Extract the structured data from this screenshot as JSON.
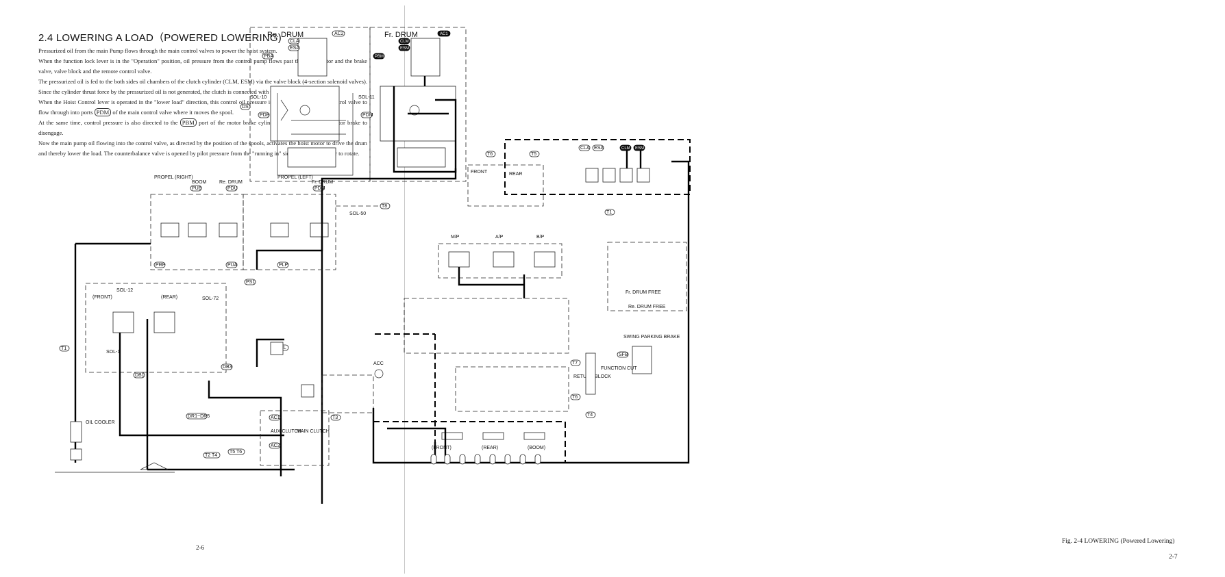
{
  "left_page": {
    "title": "2.4 LOWERING A LOAD（POWERED LOWERING)",
    "paragraphs": {
      "p1": "Pressurized oil from the main Pump flows through the main control valves to power the hoist system.",
      "p2": "When the function lock lever is in the \"Operation\" position, oil pressure from the control pump flows past the accumulator and the brake valve, valve block and the remote control valve.",
      "p3": "The pressurized oil is fed to the both sides oil chambers of the clutch cylinder (CLM, ESM) via the valve block (4-section solenoid valves).  Since the cylinder thrust force by the pressurized oil is not generated, the clutch is connected with the spring.",
      "p4_a": "When the Hoist Control lever is operated in the \"lower load\" direction, this control oil pressure is directed by the remote control valve to flow through into ports ",
      "p4_port": "PDM",
      "p4_b": " of the main control valve where it moves the spool.",
      "p5_a": "At the same time, control pressure is also directed to the ",
      "p5_port": "PBM",
      "p5_b": " port of the motor brake cylinders where it causes the motor brake to disengage.",
      "p6": "Now the main pump oil flowing into the control valve, as directed by the position of the spools, activates the hoist motor to drive the drum and thereby lower the load.  The counterbalance valve is opened by pilot pressure from the \"running in\" side to allow the motor to rotate."
    },
    "page_number": "2-6"
  },
  "right_page": {
    "figure_caption": "Fig. 2-4 LOWERING (Powered Lowering)",
    "page_number": "2-7",
    "diagram": {
      "drum_rear": "Re. DRUM",
      "drum_front": "Fr. DRUM",
      "ports": {
        "ac1": "AC1",
        "ac2": "AC2",
        "cla": "CLA",
        "esa": "ESA",
        "clm": "CLM",
        "esm": "ESM",
        "pba": "PBA",
        "pbm": "PBM",
        "pdb": "PDB",
        "pdm": "PDM",
        "pua": "PUA",
        "plp": "PLP",
        "prp": "PRP",
        "pub": "PUB",
        "pdu": "PDU",
        "ps1": "PS1",
        "db1": "DB1",
        "db3": "DB3",
        "ds": "DS",
        "t1": "T1",
        "t3": "T3",
        "t4": "T4",
        "t5": "T5",
        "t6": "T6",
        "t7": "T7",
        "t8": "T8",
        "pl": "PL",
        "dr_ds": "DR1~DR5",
        "t5_t6": "T5 T6",
        "t2_t4": "T2 T4",
        "sfb": "SFB"
      },
      "labels": {
        "propel_right": "PROPEL (RIGHT)",
        "propel_left": "PROPEL (LEFT)",
        "boom": "BOOM",
        "re_drum": "Re. DRUM",
        "fr_drum": "Fr. DRUM",
        "front": "FRONT",
        "rear": "REAR",
        "front_b": "(FRONT)",
        "rear_b": "(REAR)",
        "boom_b": "(BOOM)",
        "oil_cooler": "OIL COOLER",
        "acc": "ACC",
        "fr_drum_free": "Fr. DRUM FREE",
        "re_drum_free": "Re. DRUM FREE",
        "swing_parking_brake": "SWING PARKING BRAKE",
        "function_cut": "FUNCTION CUT",
        "return_block": "RETURN BLOCK",
        "aux_clutch": "AUX CLUTCH",
        "main_clutch": "MAIN CLUTCH",
        "sol_10": "SOL-10",
        "sol_11": "SOL-11",
        "sol_12": "SOL-12",
        "sol_50": "SOL-50",
        "sol_72": "SOL-72",
        "sol_1": "SOL-1",
        "ap": "A/P",
        "bp": "B/P",
        "mp": "M/P"
      }
    }
  }
}
